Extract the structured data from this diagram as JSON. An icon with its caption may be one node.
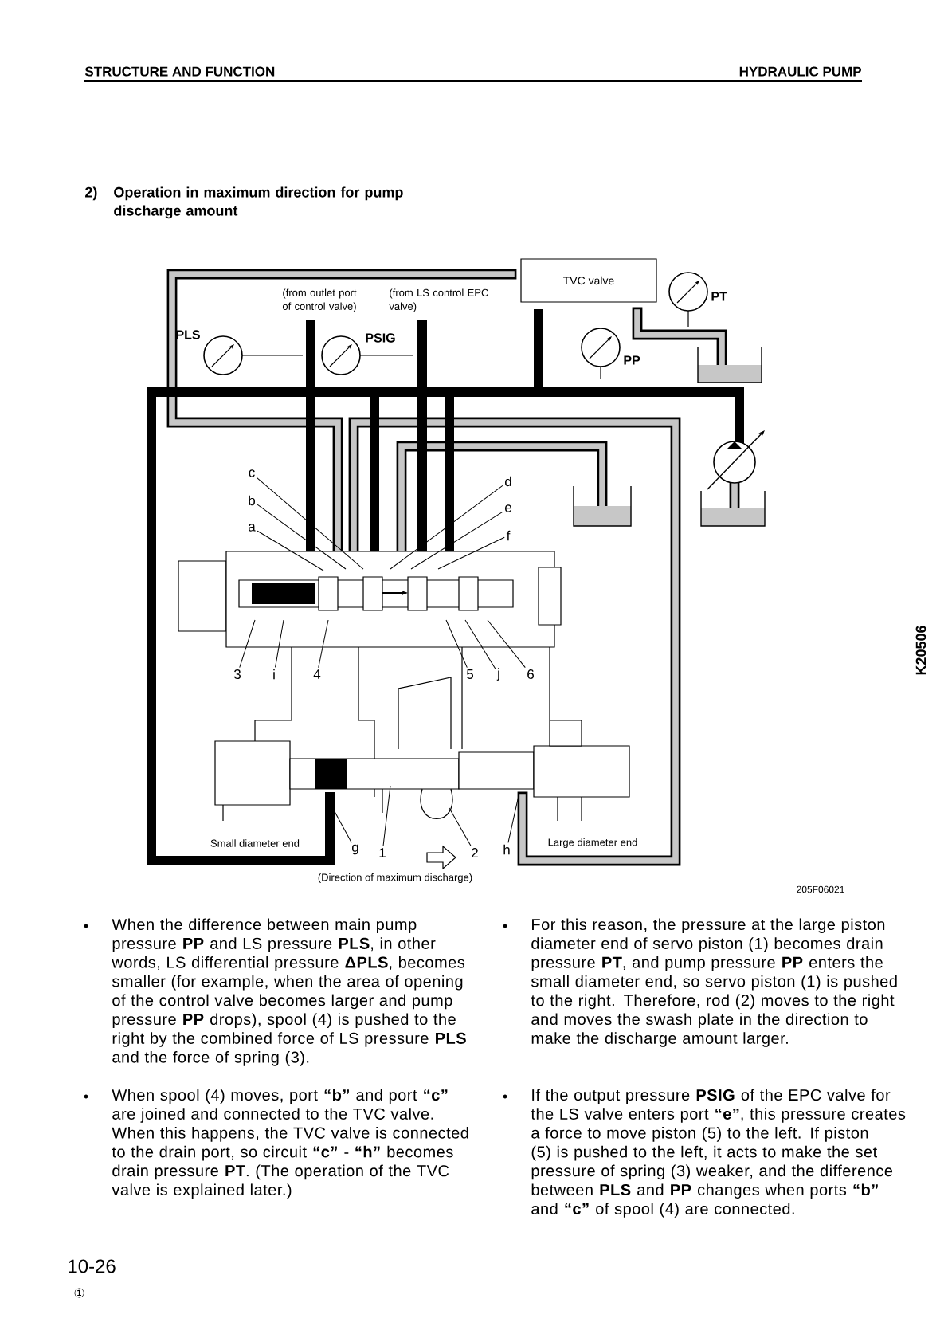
{
  "diagram": {
    "title": "Operation in maximum direction for pump discharge amount",
    "nodes": [
      {
        "text": [
          "TVC valve"
        ]
      },
      {
        "text": [],
        "shape": "circle",
        "beside": [
          "PT"
        ]
      },
      {
        "text": [],
        "shape": "circle",
        "beside": [
          "PLS"
        ]
      },
      {
        "text": [],
        "shape": "circle",
        "beside": [
          "PSIG"
        ]
      },
      {
        "text": [],
        "shape": "circle",
        "beside": [
          "PP"
        ]
      },
      {
        "text": [
          "c"
        ]
      },
      {
        "text": [
          "b"
        ]
      },
      {
        "text": [
          "a"
        ]
      },
      {
        "text": [
          "d"
        ]
      },
      {
        "text": [
          "e"
        ]
      },
      {
        "text": [
          "f"
        ]
      },
      {
        "text": [
          "3"
        ]
      },
      {
        "text": [
          "i"
        ]
      },
      {
        "text": [
          "4"
        ]
      },
      {
        "text": [
          "5"
        ]
      },
      {
        "text": [
          "j"
        ]
      },
      {
        "text": [
          "6"
        ]
      },
      {
        "text": [
          "g"
        ]
      },
      {
        "text": [
          "1"
        ]
      },
      {
        "text": [
          "2"
        ]
      },
      {
        "text": [
          "h"
        ]
      }
    ],
    "edges": [
      {
        "from": 5,
        "to": null,
        "arrow": "none"
      },
      {
        "from": 6,
        "to": null,
        "arrow": "none"
      },
      {
        "from": 7,
        "to": null,
        "arrow": "none"
      },
      {
        "from": 8,
        "to": null,
        "arrow": "none"
      },
      {
        "from": 9,
        "to": null,
        "arrow": "none"
      },
      {
        "from": 10,
        "to": null,
        "arrow": "none"
      },
      {
        "from": 11,
        "to": null,
        "arrow": "none"
      },
      {
        "from": 12,
        "to": null,
        "arrow": "none"
      },
      {
        "from": 13,
        "to": null,
        "arrow": "none"
      },
      {
        "from": 14,
        "to": null,
        "arrow": "none"
      },
      {
        "from": 15,
        "to": null,
        "arrow": "none"
      },
      {
        "from": 16,
        "to": null,
        "arrow": "none"
      },
      {
        "from": 17,
        "to": null,
        "arrow": "none"
      },
      {
        "from": 18,
        "to": null,
        "arrow": "none"
      },
      {
        "from": 19,
        "to": null,
        "arrow": "none"
      },
      {
        "from": 20,
        "to": null,
        "arrow": "none"
      }
    ],
    "labels": [
      "STRUCTURE AND FUNCTION",
      "HYDRAULIC PUMP",
      "2)",
      "(from outlet port of control valve)",
      "(from LS control EPC valve)",
      "Small diameter end",
      "Large diameter end",
      "(Direction of maximum discharge)",
      "205F06021",
      "K20506",
      "When the difference between main pump pressure **PP** and LS pressure **PLS**, in other words, LS differential pressure **ΔPLS**, becomes smaller (for example, when the area of opening of the control valve becomes larger and pump pressure **PP** drops), spool (4) is pushed to the right by the combined force of LS pressure **PLS** and the force of spring (3).",
      "When spool (4) moves, port **“b”** and port **“c”** are joined and connected to the TVC valve. When this happens, the TVC valve is connected to the drain port, so circuit **“c”** - **“h”** becomes drain pressure **PT**. (The operation of the TVC valve is explained later.)",
      "For this reason, the pressure at the large piston diameter end of servo piston (1) becomes drain pressure **PT**, and pump pressure **PP** enters the small diameter end, so servo piston (1) is pushed to the right. Therefore, rod (2) moves to the right and moves the swash plate in the direction to make the discharge amount larger.",
      "If the output pressure **PSIG** of the EPC valve for the LS valve enters port **“e”**, this pressure creates a force to move piston (5) to the left. If piston (5) is pushed to the left, it acts to make the set pressure of spring (3) weaker, and the difference between **PLS** and **PP** changes when ports **“b”** and **“c”** of spool (4) are connected.",
      "10-26",
      "①"
    ]
  }
}
